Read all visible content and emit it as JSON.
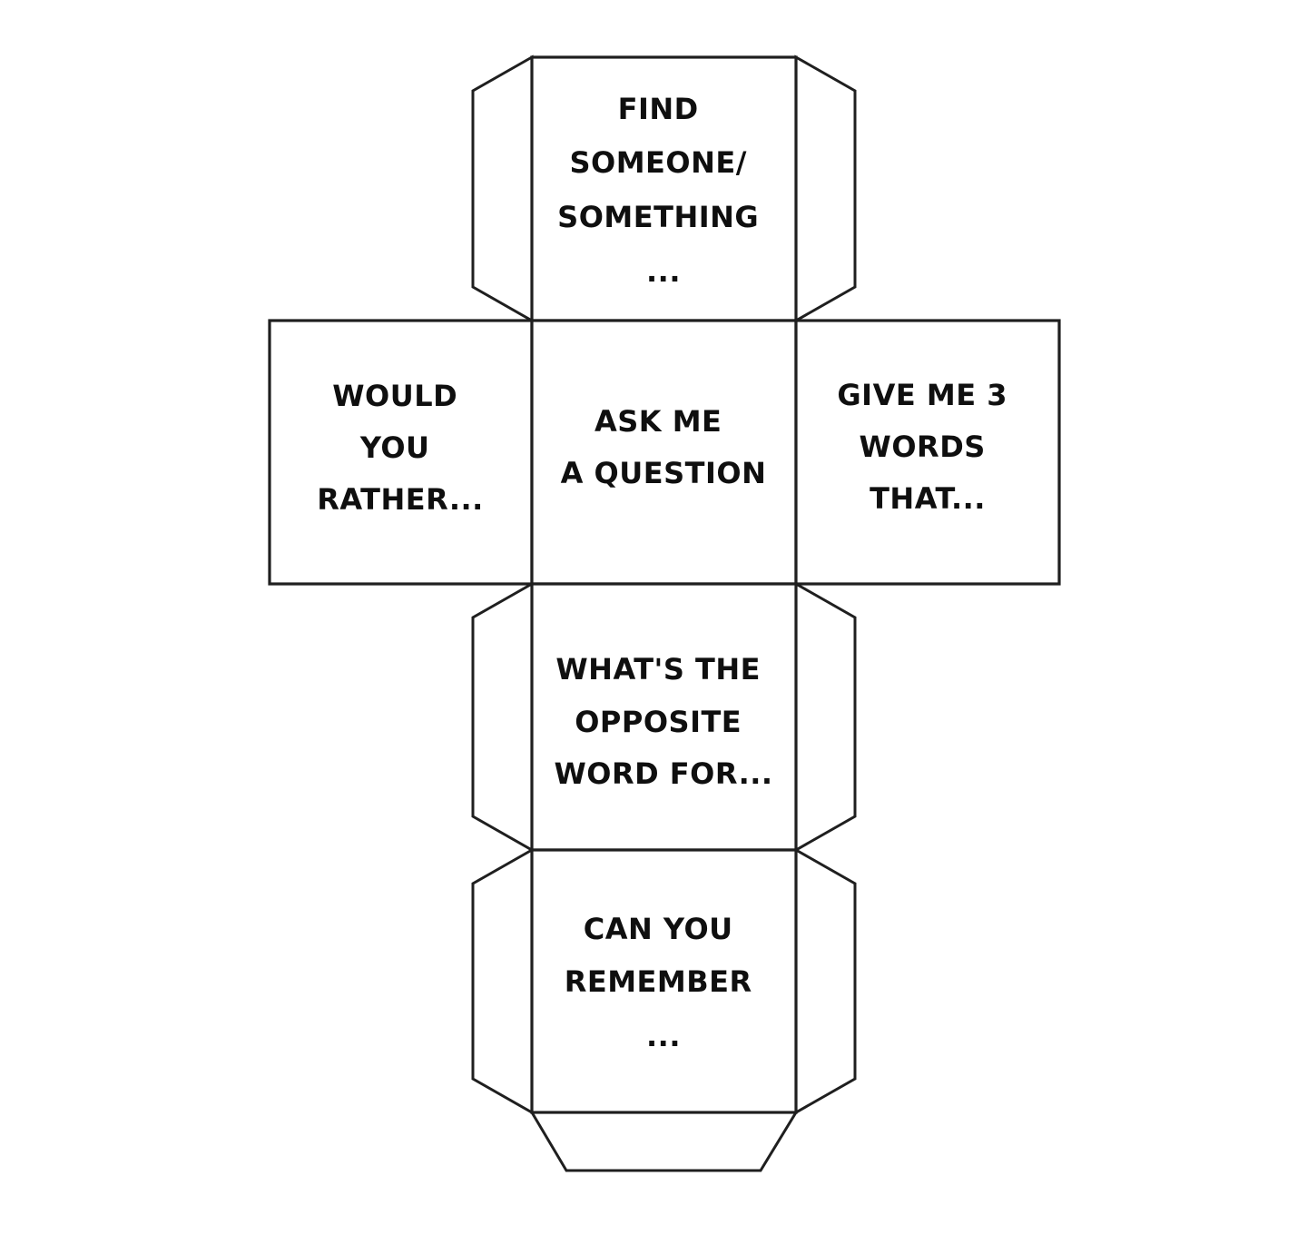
{
  "document": {
    "title": "Conversation cube dice template",
    "kind": "cube-net-with-glue-tabs"
  },
  "colors": {
    "background": "#ffffff",
    "line": "#1f1f1f",
    "text": "#0f0f0f"
  },
  "faces": {
    "top": {
      "name": "find-someone-something",
      "lines": [
        "FIND",
        "SOMEONE/",
        "SOMETHING",
        "..."
      ]
    },
    "left": {
      "name": "would-you-rather",
      "lines": [
        "WOULD",
        "YOU",
        "RATHER..."
      ]
    },
    "center": {
      "name": "ask-me-a-question",
      "lines": [
        "ASK ME",
        "A QUESTION"
      ]
    },
    "right": {
      "name": "give-me-3-words-that",
      "lines": [
        "GIVE ME 3",
        "WORDS",
        "THAT..."
      ]
    },
    "lower": {
      "name": "whats-the-opposite-word-for",
      "lines": [
        "WHAT'S THE",
        "OPPOSITE",
        "WORD FOR..."
      ]
    },
    "bottom": {
      "name": "can-you-remember",
      "lines": [
        "CAN YOU",
        "REMEMBER",
        "..."
      ]
    }
  },
  "tabs": {
    "count": 7,
    "description": "fold-and-glue flaps"
  }
}
